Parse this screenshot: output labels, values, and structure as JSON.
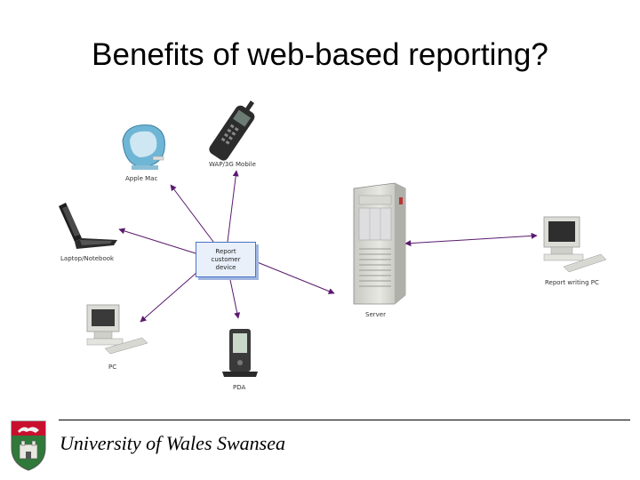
{
  "slide": {
    "title": "Benefits of web-based reporting?"
  },
  "diagram": {
    "center_label": "Report\ncustomer\ndevice",
    "devices": {
      "apple_mac": "Apple Mac",
      "mobile": "WAP/3G Mobile",
      "laptop": "Laptop/Notebook",
      "pc": "PC",
      "pda": "PDA",
      "server": "Server",
      "report_pc": "Report writing PC"
    },
    "arrow_color": "#5a1a6e"
  },
  "footer": {
    "institution": "University of Wales Swansea"
  }
}
